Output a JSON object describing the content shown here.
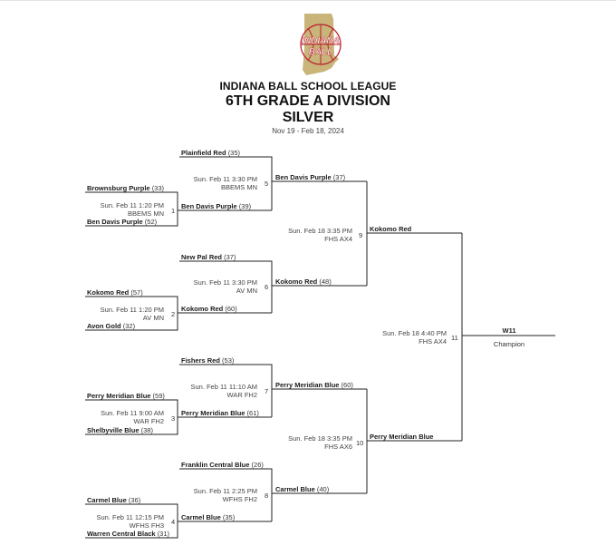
{
  "header": {
    "logo_text_1": "INDIANA",
    "logo_text_2": "BALL",
    "league": "INDIANA BALL SCHOOL LEAGUE",
    "division": "6TH GRADE A DIVISION",
    "bracket": "SILVER",
    "dates": "Nov 19 - Feb 18, 2024"
  },
  "colors": {
    "logo_map": "#c9b47a",
    "logo_text": "#b9232f",
    "lines": "#222222"
  },
  "games": {
    "g1": {
      "num": "1",
      "time": "Sun. Feb 11 1:20 PM",
      "court": "BBEMS MN",
      "top_team": "Brownsburg Purple",
      "top_score": "(33)",
      "bottom_team": "Ben Davis Purple",
      "bottom_score": "(52)"
    },
    "g2": {
      "num": "2",
      "time": "Sun. Feb 11 1:20 PM",
      "court": "AV MN",
      "top_team": "Kokomo Red",
      "top_score": "(57)",
      "bottom_team": "Avon Gold",
      "bottom_score": "(32)"
    },
    "g3": {
      "num": "3",
      "time": "Sun. Feb 11 9:00 AM",
      "court": "WAR FH2",
      "top_team": "Perry Meridian Blue",
      "top_score": "(59)",
      "bottom_team": "Shelbyville Blue",
      "bottom_score": "(38)"
    },
    "g4": {
      "num": "4",
      "time": "Sun. Feb 11 12:15 PM",
      "court": "WFHS FH3",
      "top_team": "Carmel Blue",
      "top_score": "(36)",
      "bottom_team": "Warren Central Black",
      "bottom_score": "(31)"
    },
    "g5": {
      "num": "5",
      "time": "Sun. Feb 11 3:30 PM",
      "court": "BBEMS MN",
      "top_team": "Plainfield Red",
      "top_score": "(35)",
      "bottom_team": "Ben Davis Purple",
      "bottom_score": "(39)"
    },
    "g6": {
      "num": "6",
      "time": "Sun. Feb 11 3:30 PM",
      "court": "AV MN",
      "top_team": "New Pal Red",
      "top_score": "(37)",
      "bottom_team": "Kokomo Red",
      "bottom_score": "(60)"
    },
    "g7": {
      "num": "7",
      "time": "Sun. Feb 11 11:10 AM",
      "court": "WAR FH2",
      "top_team": "Fishers Red",
      "top_score": "(53)",
      "bottom_team": "Perry Meridian Blue",
      "bottom_score": "(61)"
    },
    "g8": {
      "num": "8",
      "time": "Sun. Feb 11 2:25 PM",
      "court": "WFHS FH2",
      "top_team": "Franklin Central Blue",
      "top_score": "(26)",
      "bottom_team": "Carmel Blue",
      "bottom_score": "(35)"
    },
    "g9": {
      "num": "9",
      "time": "Sun. Feb 18 3:35 PM",
      "court": "FHS AX4",
      "top_team": "Ben Davis Purple",
      "top_score": "(37)",
      "bottom_team": "Kokomo Red",
      "bottom_score": "(48)"
    },
    "g10": {
      "num": "10",
      "time": "Sun. Feb 18 3:35 PM",
      "court": "FHS AX6",
      "top_team": "Perry Meridian Blue",
      "top_score": "(60)",
      "bottom_team": "Carmel Blue",
      "bottom_score": "(40)"
    },
    "g11": {
      "num": "11",
      "time": "Sun. Feb 18 4:40 PM",
      "court": "FHS AX4",
      "top_team": "Kokomo Red",
      "bottom_team": "Perry Meridian Blue"
    }
  },
  "champion": {
    "label": "W11",
    "caption": "Champion"
  }
}
